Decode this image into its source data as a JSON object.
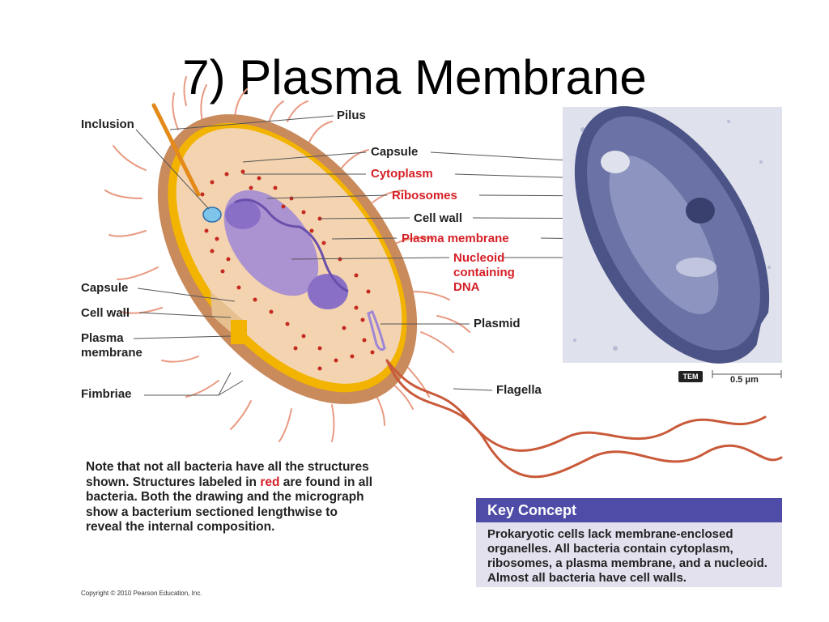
{
  "title": "7) Plasma Membrane",
  "labels": {
    "inclusion": "Inclusion",
    "pilus": "Pilus",
    "capsule_right": "Capsule",
    "cytoplasm": "Cytoplasm",
    "ribosomes": "Ribosomes",
    "cell_wall_right": "Cell wall",
    "plasma_membrane_right": "Plasma membrane",
    "nucleoid_line1": "Nucleoid",
    "nucleoid_line2": "containing",
    "nucleoid_line3": "DNA",
    "plasmid": "Plasmid",
    "flagella": "Flagella",
    "capsule_left": "Capsule",
    "cell_wall_left": "Cell wall",
    "plasma_left_line1": "Plasma",
    "plasma_left_line2": "membrane",
    "fimbriae": "Fimbriae"
  },
  "micrograph": {
    "badge": "TEM",
    "scale": "0.5 μm"
  },
  "note": {
    "part1": "Note that not all bacteria have all the structures shown. Structures labeled in",
    "red_word": "red",
    "part2": "are found in all bacteria. Both the drawing and the micrograph show a bacterium sectioned lengthwise to reveal the internal composition."
  },
  "key_concept": {
    "heading": "Key Concept",
    "body": "Prokaryotic cells lack membrane-enclosed organelles. All bacteria contain cytoplasm, ribosomes, a plasma membrane, and a nucleoid. Almost all bacteria have cell walls."
  },
  "copyright": "Copyright © 2010 Pearson Education, Inc.",
  "colors": {
    "red_label": "#d51f26",
    "key_header": "#4f4ca8",
    "key_body": "#e4e1ef",
    "capsule": "#c07a4a",
    "wall": "#f2b400",
    "nucleoid": "#8c73c8",
    "flagella": "#c95a3a"
  }
}
